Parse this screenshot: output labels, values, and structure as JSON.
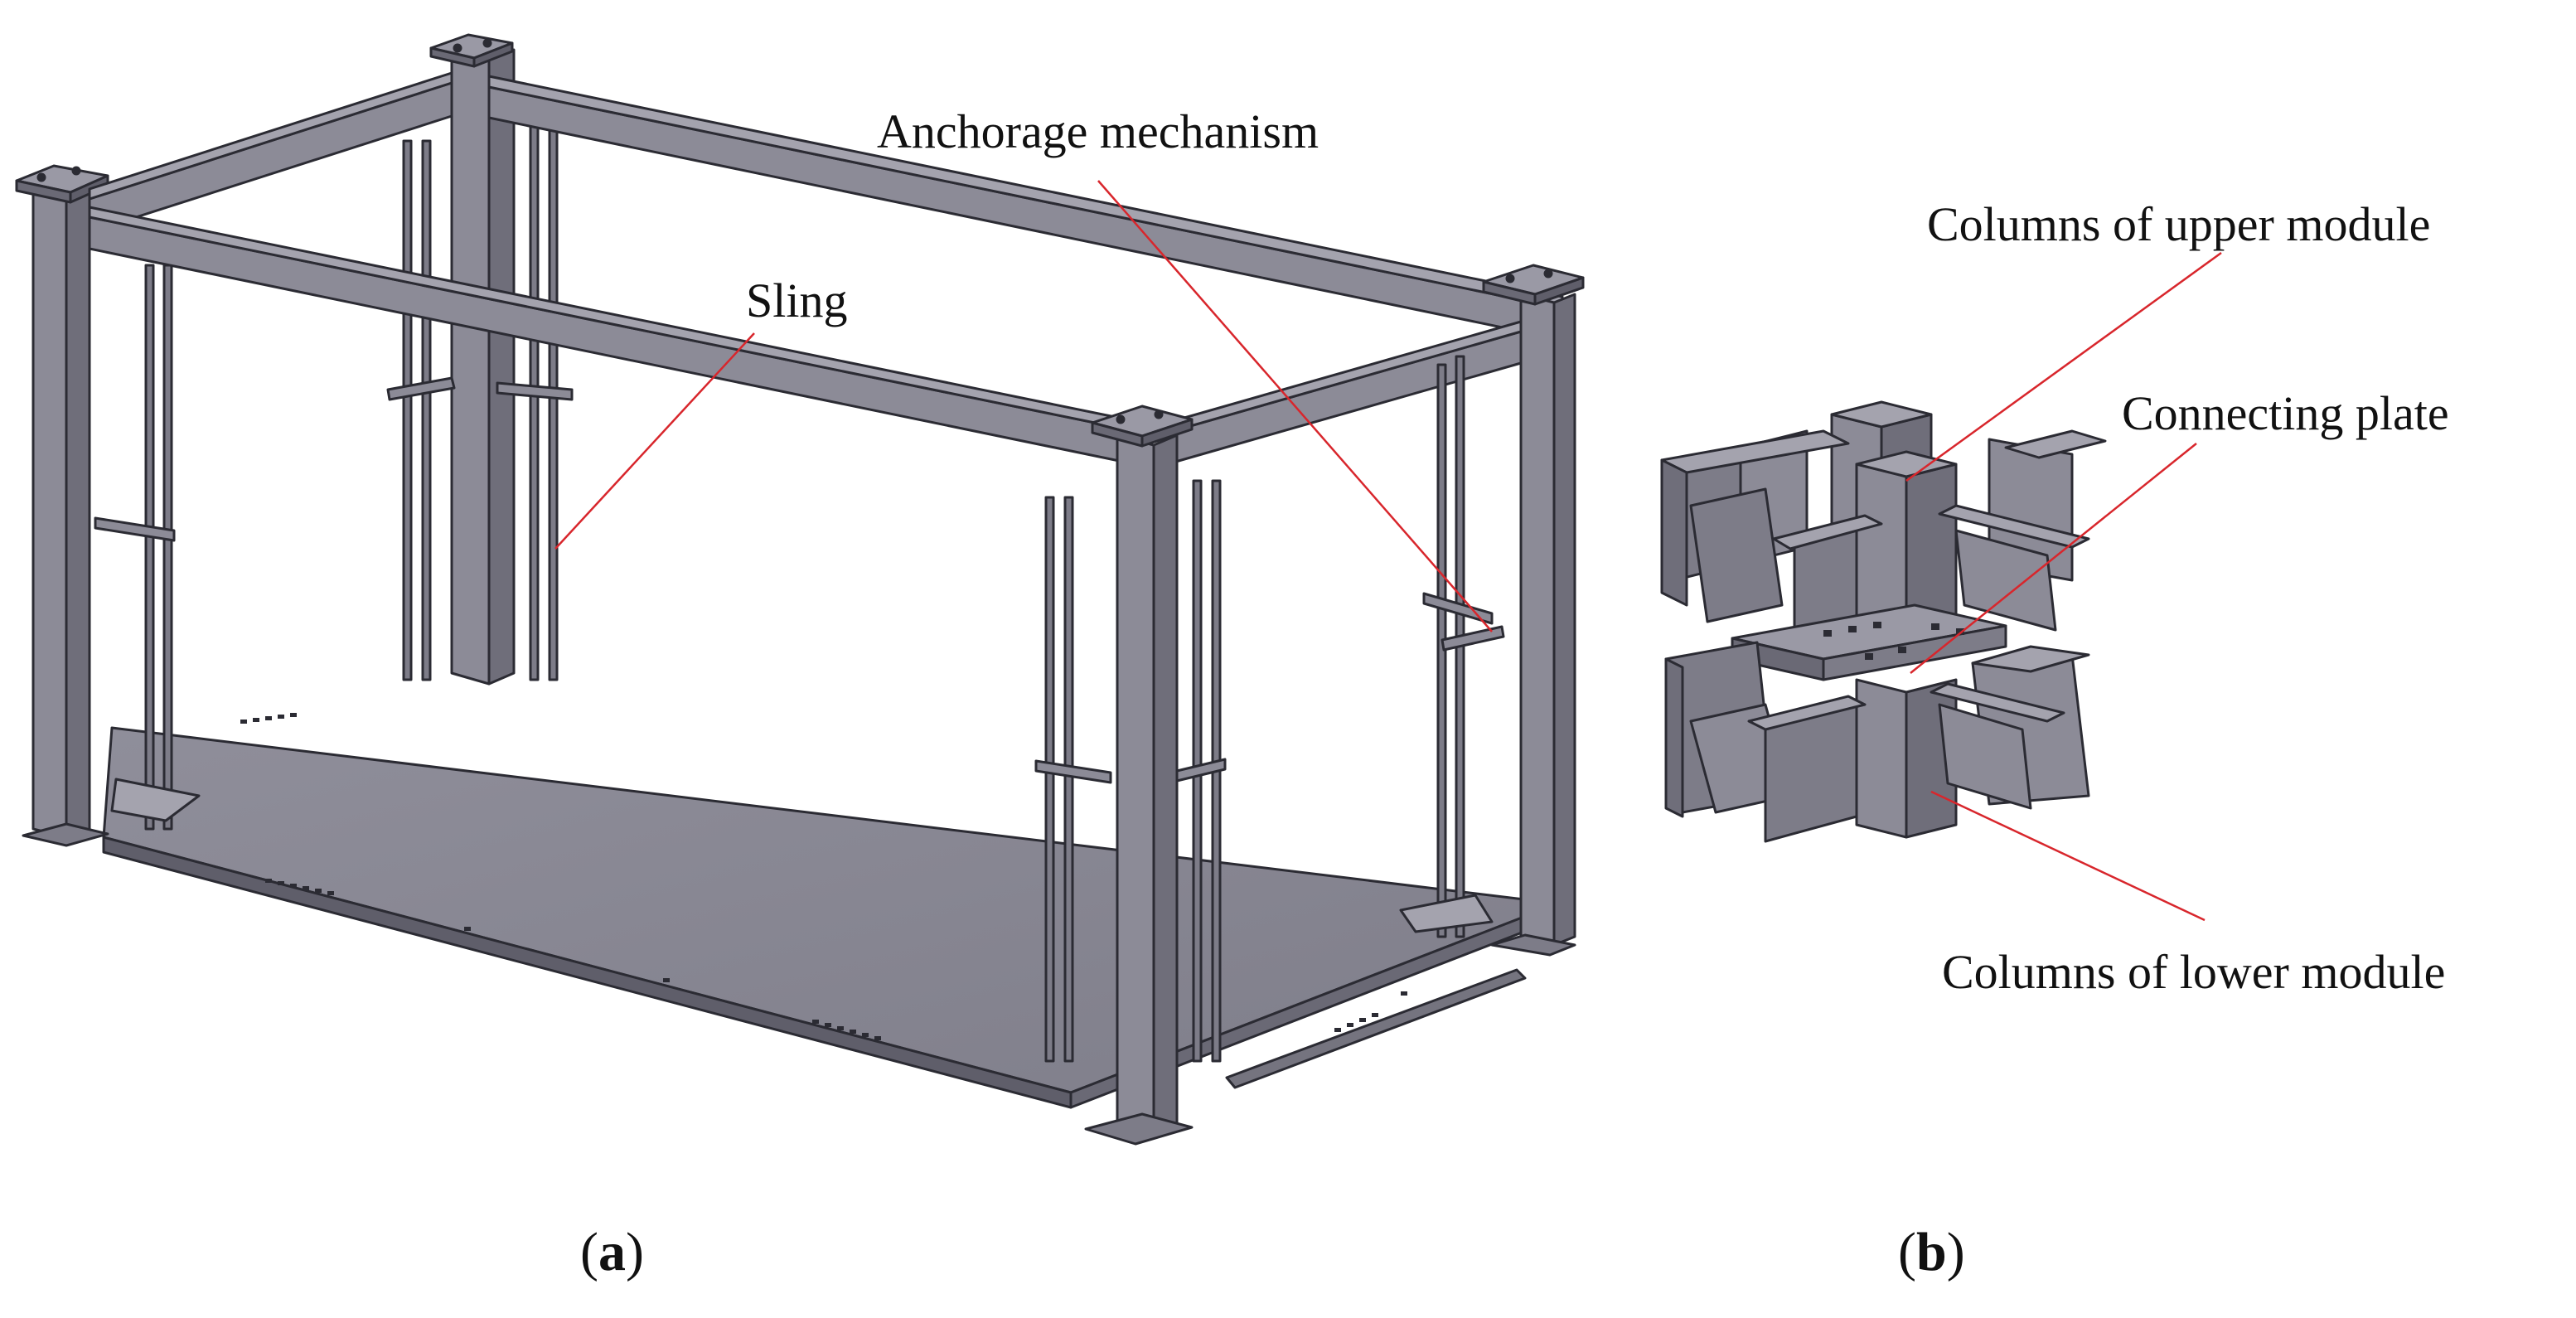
{
  "panel_a": {
    "caption_open": "(",
    "caption_letter": "a",
    "caption_close": ")",
    "labels": {
      "anchorage": "Anchorage mechanism",
      "sling": "Sling"
    }
  },
  "panel_b": {
    "caption_open": "(",
    "caption_letter": "b",
    "caption_close": ")",
    "labels": {
      "upper_columns": "Columns of upper module",
      "connecting_plate": "Connecting plate",
      "lower_columns": "Columns of lower module"
    }
  },
  "colors": {
    "steel_face": "#8c8b97",
    "steel_dark": "#6f6e7a",
    "steel_light": "#a4a3ae",
    "edge": "#2b2b33",
    "leader_line": "#d8262c"
  }
}
